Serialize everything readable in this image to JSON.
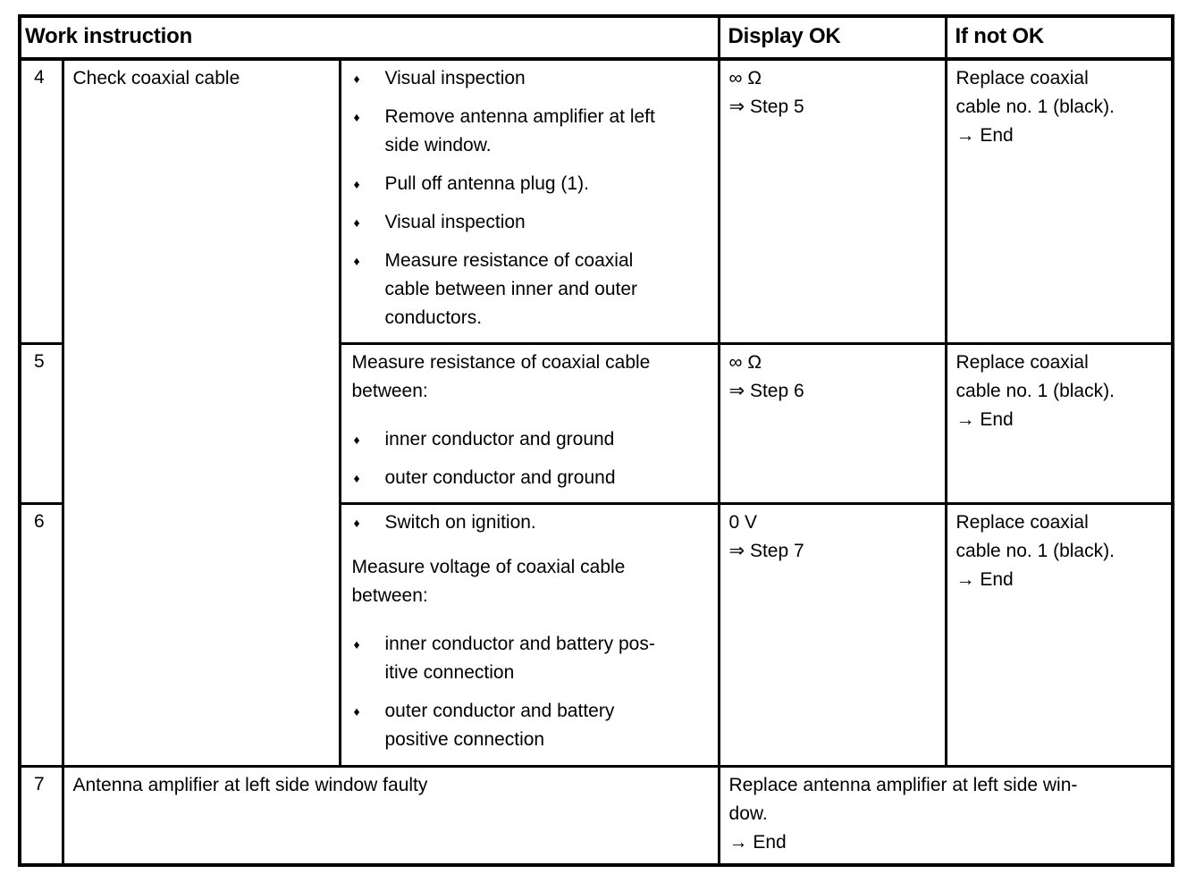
{
  "header": {
    "work_instruction": "Work instruction",
    "display_ok": "Display OK",
    "if_not_ok": "If not OK"
  },
  "glyphs": {
    "bullet": "♦"
  },
  "steps": {
    "step4": {
      "num": "4",
      "task": "Check coaxial cable",
      "bullets": [
        [
          "Visual inspection"
        ],
        [
          "Remove antenna amplifier at left",
          "side window."
        ],
        [
          "Pull off antenna plug (1)."
        ],
        [
          "Visual inspection"
        ],
        [
          "Measure resistance of coaxial",
          "cable between inner and outer",
          "conductors."
        ]
      ],
      "display_ok": [
        "∞ Ω",
        "⇒ Step 5"
      ],
      "if_not_ok": [
        "Replace coaxial",
        "cable no. 1 (black).",
        "→ End"
      ]
    },
    "step5": {
      "num": "5",
      "intro": [
        "Measure resistance of coaxial cable",
        "between:"
      ],
      "bullets": [
        [
          "inner conductor and ground"
        ],
        [
          "outer conductor and ground"
        ]
      ],
      "display_ok": [
        "∞ Ω",
        "⇒ Step 6"
      ],
      "if_not_ok": [
        "Replace coaxial",
        "cable no. 1 (black).",
        "→ End"
      ]
    },
    "step6": {
      "num": "6",
      "bullets_pre": [
        [
          "Switch on ignition."
        ]
      ],
      "intro": [
        "Measure voltage of coaxial cable",
        "between:"
      ],
      "bullets": [
        [
          "inner conductor and battery pos-",
          "itive connection"
        ],
        [
          "outer conductor and battery",
          "positive connection"
        ]
      ],
      "display_ok": [
        "0 V",
        "⇒ Step 7"
      ],
      "if_not_ok": [
        "Replace coaxial",
        "cable no. 1 (black).",
        "→ End"
      ]
    },
    "step7": {
      "num": "7",
      "task": "Antenna amplifier at left side window faulty",
      "result": [
        "Replace antenna amplifier at left side win-",
        "dow.",
        "→ End"
      ]
    }
  }
}
